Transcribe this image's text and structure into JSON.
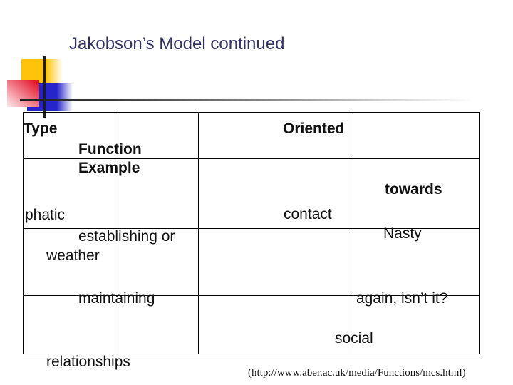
{
  "title": "Jakobson’s Model continued",
  "table": {
    "header": {
      "type": "Type",
      "function": "Function",
      "example": "Example",
      "oriented": "Oriented",
      "towards": "towards"
    },
    "body": {
      "phatic": "phatic",
      "establishing": "establishing or",
      "weather": "weather",
      "contact": "contact",
      "nasty": "Nasty",
      "maintaining": "maintaining",
      "again": "again, isn’t it?",
      "social": "social",
      "relationships": "relationships"
    }
  },
  "footer": {
    "source": "(http://www.aber.ac.uk/media/Functions/mcs.html)"
  },
  "colors": {
    "title_text": "#333366",
    "accent_yellow": "#FFC30B",
    "accent_red": "#E3152B",
    "accent_blue": "#2525C9",
    "table_border": "#000000"
  }
}
